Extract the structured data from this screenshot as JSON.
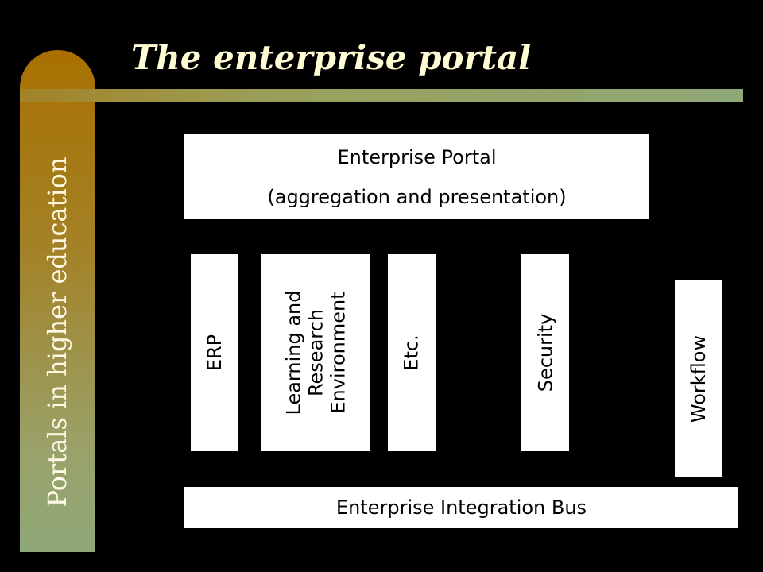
{
  "slide": {
    "title": "The enterprise portal",
    "sidebar_text": "Portals in higher education"
  },
  "diagram": {
    "portal": {
      "line1": "Enterprise Portal",
      "line2": "(aggregation and presentation)"
    },
    "components": {
      "erp": "ERP",
      "lre_line1": "Learning and",
      "lre_line2": "Research",
      "lre_line3": "Environment",
      "etc": "Etc.",
      "security": "Security",
      "workflow": "Workflow"
    },
    "bus": "Enterprise Integration Bus"
  }
}
